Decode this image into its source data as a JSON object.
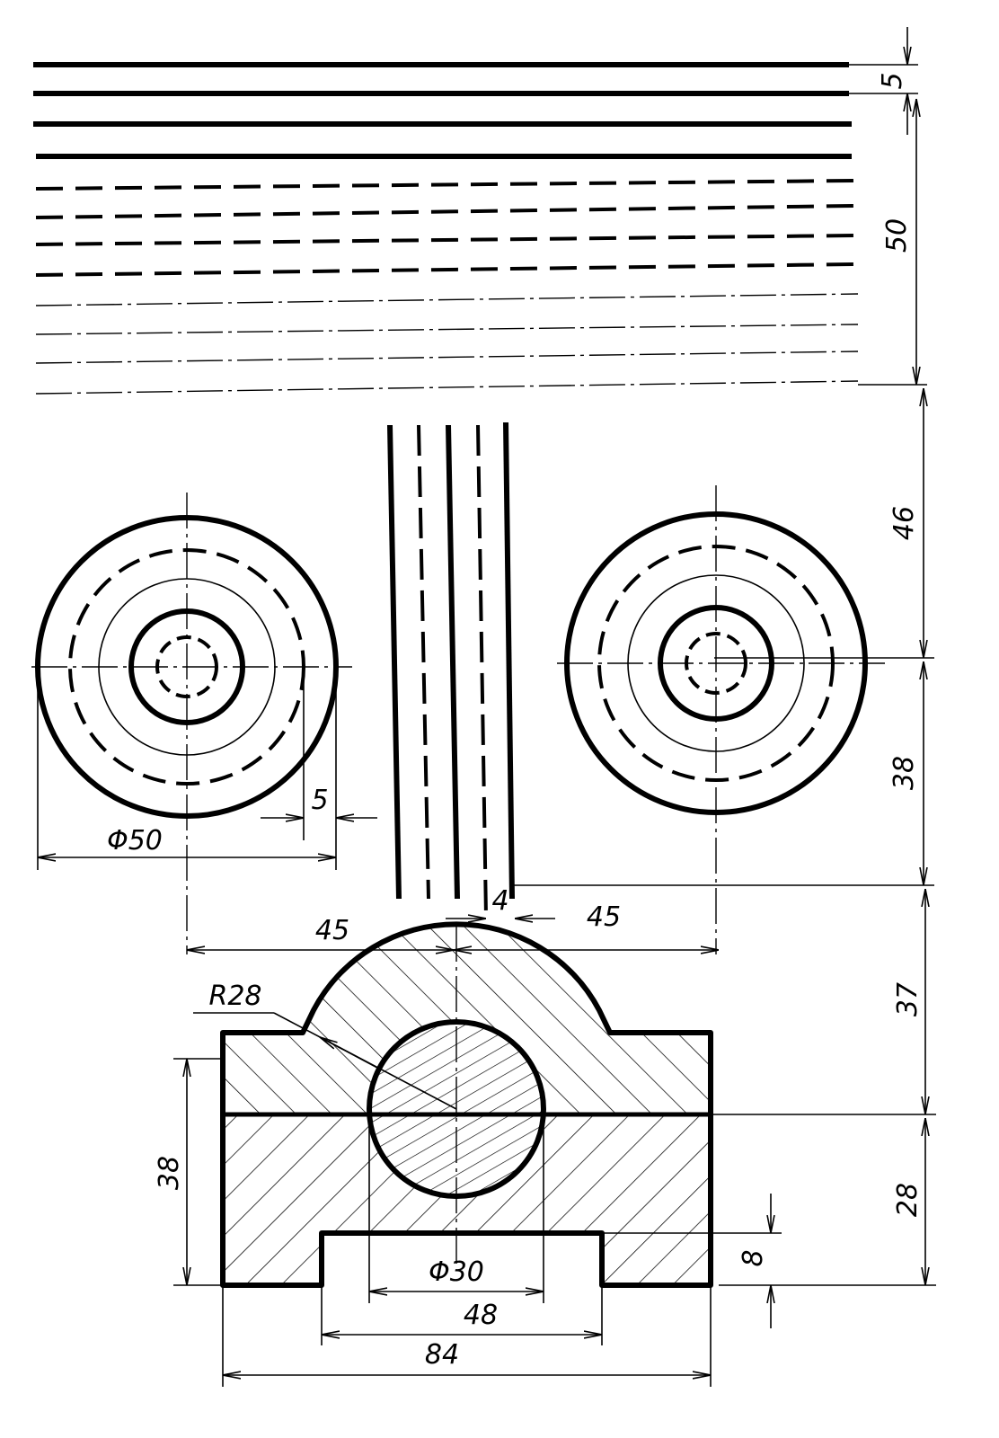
{
  "dimensions": {
    "line_spacing": "5",
    "lines_block_height": "50",
    "upper_view_height": "46",
    "lower_view_height": "38",
    "outer_diameter": "Φ50",
    "ring_width": "5",
    "left_center_offset": "45",
    "right_center_offset": "45",
    "strip_gap": "4",
    "arc_height": "37",
    "arc_radius": "R28",
    "base_height_right": "28",
    "base_height_left": "38",
    "groove_depth": "8",
    "bore_diameter": "Φ30",
    "groove_width": "48",
    "overall_width": "84"
  },
  "colors": {
    "ink": "#000000",
    "paper": "#ffffff"
  }
}
